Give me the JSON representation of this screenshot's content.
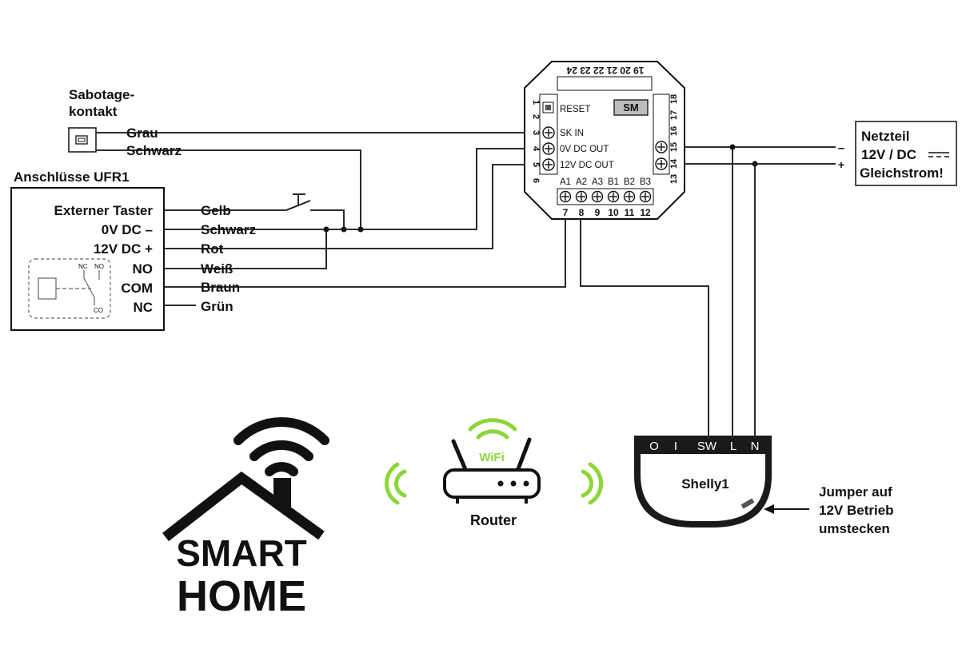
{
  "sabotage": {
    "line1": "Sabotage-",
    "line2": "kontakt",
    "wire_grau": "Grau",
    "wire_schwarz": "Schwarz"
  },
  "ufr1": {
    "title": "Anschlüsse UFR1",
    "rows": [
      {
        "label": "Externer Taster",
        "wire": "Gelb"
      },
      {
        "label": "0V DC –",
        "wire": "Schwarz"
      },
      {
        "label": "12V DC +",
        "wire": "Rot"
      },
      {
        "label": "NO",
        "wire": "Weiß"
      },
      {
        "label": "COM",
        "wire": "Braun"
      },
      {
        "label": "NC",
        "wire": "Grün"
      }
    ],
    "relay": {
      "nc": "NC",
      "no": "NO",
      "co": "CO"
    }
  },
  "module": {
    "top_numbers": "19 20 21 22 23 24",
    "left_numbers": [
      "1",
      "2",
      "3",
      "4",
      "5",
      "6"
    ],
    "right_numbers": [
      "18",
      "17",
      "16",
      "15",
      "14",
      "13"
    ],
    "bottom_numbers": [
      "7",
      "8",
      "9",
      "10",
      "11",
      "12"
    ],
    "bottom_labels": [
      "A1",
      "A2",
      "A3",
      "B1",
      "B2",
      "B3"
    ],
    "reset": "RESET",
    "sm": "SM",
    "sk_in": "SK IN",
    "dc0_out": "0V DC OUT",
    "dc12_out": "12V DC OUT"
  },
  "netzteil": {
    "line1": "Netzteil",
    "line2": "12V / DC",
    "line3": "Gleichstrom!",
    "minus": "–",
    "plus": "+"
  },
  "shelly": {
    "terminals": [
      "O",
      "I",
      "SW",
      "L",
      "N"
    ],
    "name": "Shelly1"
  },
  "jumper": {
    "line1": "Jumper auf",
    "line2": "12V Betrieb",
    "line3": "umstecken"
  },
  "router": {
    "label": "Router",
    "wifi": "WiFi"
  },
  "smarthome": {
    "line1": "SMART",
    "line2": "HOME"
  },
  "colors": {
    "wifi_green": "#8dd63a",
    "text": "#111111",
    "module_grey": "#bdbdbd"
  }
}
